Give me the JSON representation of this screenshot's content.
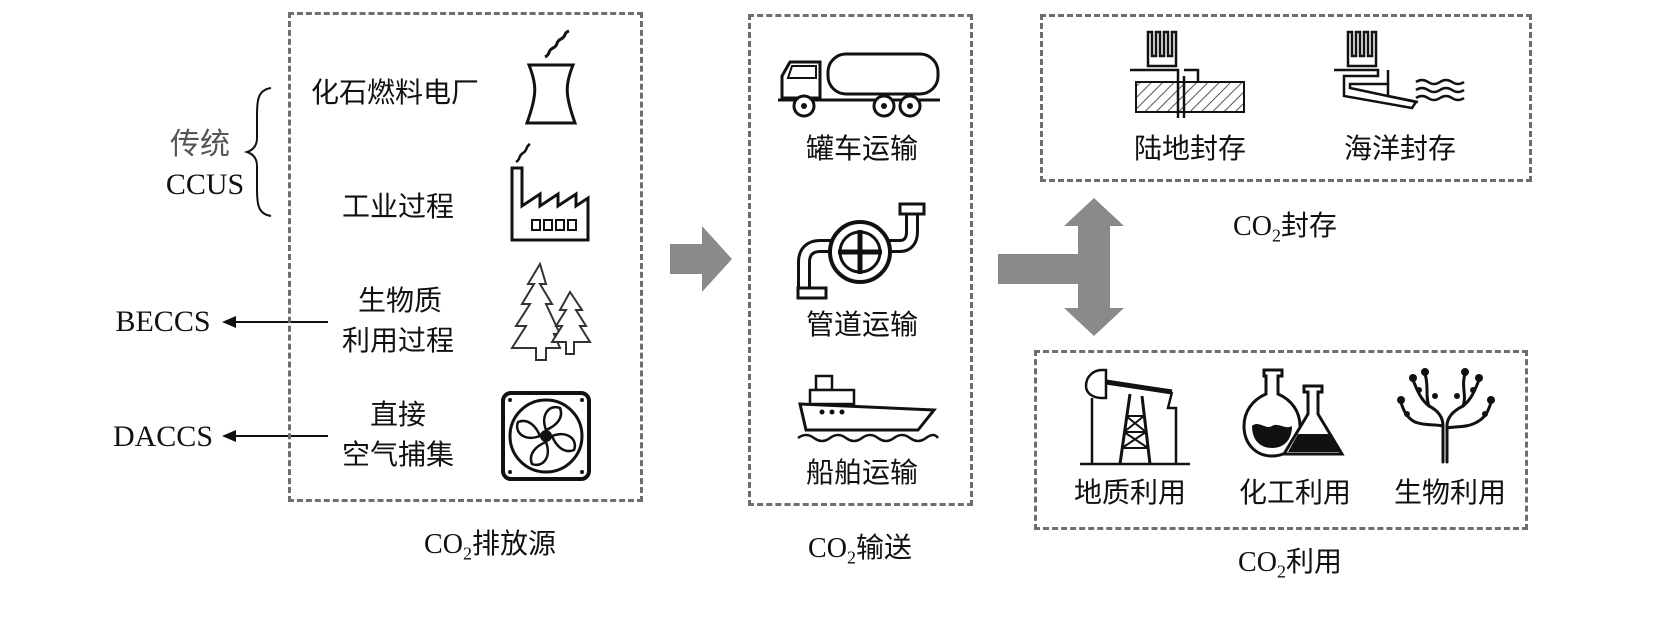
{
  "side_labels": {
    "traditional_line1": "传统",
    "traditional_line2": "CCUS",
    "beccs": "BECCS",
    "daccs": "DACCS"
  },
  "sources": {
    "caption_prefix": "CO",
    "caption_sub": "2",
    "caption_suffix": "排放源",
    "items": [
      {
        "label": "化石燃料电厂",
        "icon": "power-plant-cooling-tower-icon"
      },
      {
        "label": "工业过程",
        "icon": "factory-icon"
      },
      {
        "label_line1": "生物质",
        "label_line2": "利用过程",
        "icon": "trees-icon"
      },
      {
        "label_line1": "直接",
        "label_line2": "空气捕集",
        "icon": "fan-icon"
      }
    ]
  },
  "transport": {
    "caption_prefix": "CO",
    "caption_sub": "2",
    "caption_suffix": "输送",
    "items": [
      {
        "label": "罐车运输",
        "icon": "tanker-truck-icon"
      },
      {
        "label": "管道运输",
        "icon": "pipeline-valve-icon"
      },
      {
        "label": "船舶运输",
        "icon": "ship-icon"
      }
    ]
  },
  "storage": {
    "caption_prefix": "CO",
    "caption_sub": "2",
    "caption_suffix": "封存",
    "items": [
      {
        "label": "陆地封存",
        "icon": "land-storage-icon"
      },
      {
        "label": "海洋封存",
        "icon": "ocean-storage-icon"
      }
    ]
  },
  "utilization": {
    "caption_prefix": "CO",
    "caption_sub": "2",
    "caption_suffix": "利用",
    "items": [
      {
        "label": "地质利用",
        "icon": "oil-pump-jack-icon"
      },
      {
        "label": "化工利用",
        "icon": "chemistry-flasks-icon"
      },
      {
        "label": "生物利用",
        "icon": "algae-coral-icon"
      }
    ]
  }
}
